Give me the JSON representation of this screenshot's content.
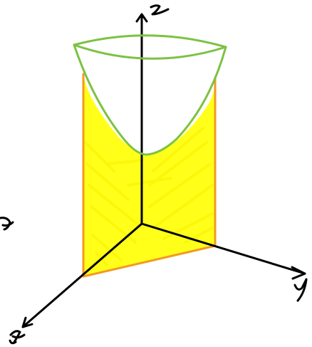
{
  "diagram": {
    "axes": [
      {
        "id": "x",
        "label": "x"
      },
      {
        "id": "y",
        "label": "y"
      },
      {
        "id": "z",
        "label": "z"
      }
    ],
    "partial_label": "x",
    "colors": {
      "axes": "#000000",
      "paraboloid": "#7cc242",
      "shaded_region": "#ffff1a",
      "region_edge": "#f39a1f"
    },
    "icons": [
      "arrowhead-icon"
    ]
  }
}
